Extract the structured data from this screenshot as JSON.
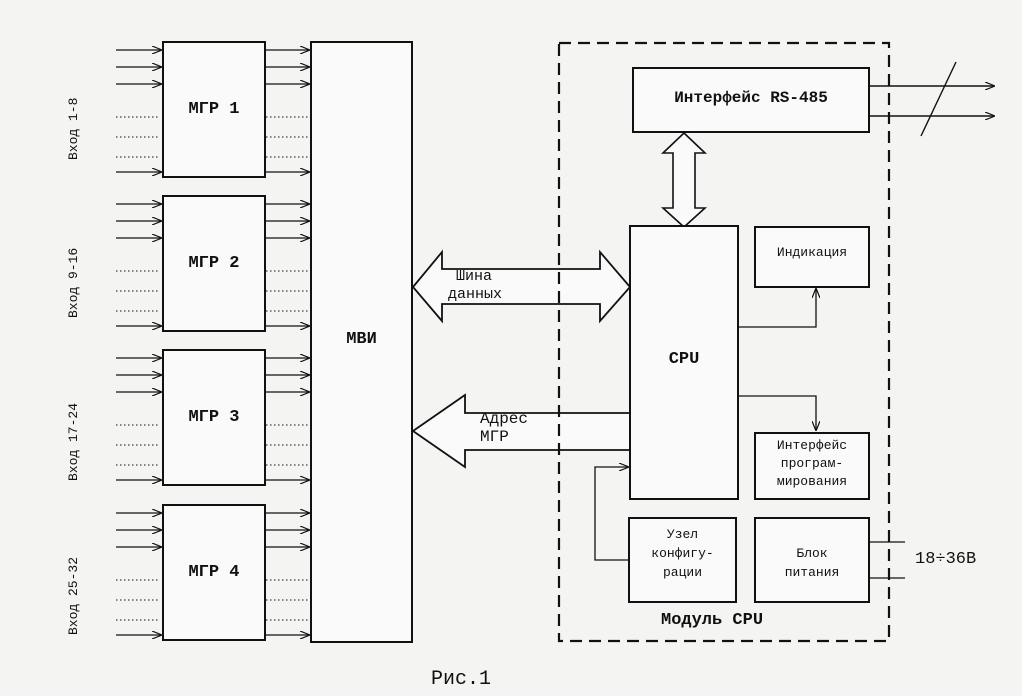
{
  "diagram": {
    "mgr_blocks": [
      "МГР 1",
      "МГР 2",
      "МГР 3",
      "МГР 4"
    ],
    "input_labels": [
      "Вход 1-8",
      "Вход 9-16",
      "Вход 17-24",
      "Вход 25-32"
    ],
    "mvi_label": "МВИ",
    "data_bus_label": [
      "Шина",
      "данных"
    ],
    "address_label": [
      "Адрес",
      "МГР"
    ],
    "rs485_label": "Интерфейс RS-485",
    "cpu_label": "CPU",
    "indication_label": "Индикация",
    "programming_interface_label": [
      "Интерфейс",
      "програм-",
      "мирования"
    ],
    "config_node_label": [
      "Узел",
      "конфигу-",
      "рации"
    ],
    "power_block_label": [
      "Блок",
      "питания"
    ],
    "voltage_label": "18÷36В",
    "module_label": "Модуль CPU",
    "caption": "Рис.1"
  }
}
